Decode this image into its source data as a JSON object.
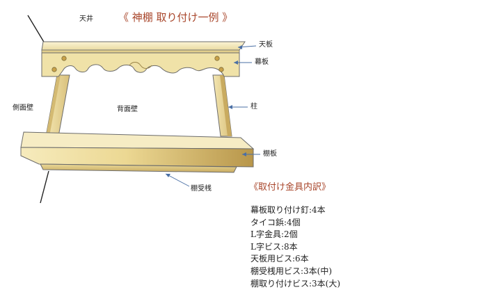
{
  "title": "《 神棚 取り付け一例 》",
  "labels": {
    "ceiling": "天井",
    "top_board": "天板",
    "curtain_board": "幕板",
    "side_wall": "側面壁",
    "back_wall": "背面壁",
    "pillar": "柱",
    "shelf_board": "棚板",
    "shelf_support": "棚受桟"
  },
  "breakdown": {
    "title": "《取付け金具内訳》",
    "items": [
      "幕板取り付け釘:4本",
      "タイコ鋲:4個",
      "L字金具:2個",
      "L字ビス:8本",
      "天板用ビス:6本",
      "棚受桟用ビス:3本(中)",
      "棚取り付けビス:3本(大)"
    ]
  },
  "colors": {
    "title_text": "#a8452a",
    "wood_light": "#f4e7b3",
    "wood_mid": "#e6d08e",
    "wood_dark": "#b8964a",
    "outline": "#6b6b6b",
    "leader_line": "#4a6fa5"
  }
}
